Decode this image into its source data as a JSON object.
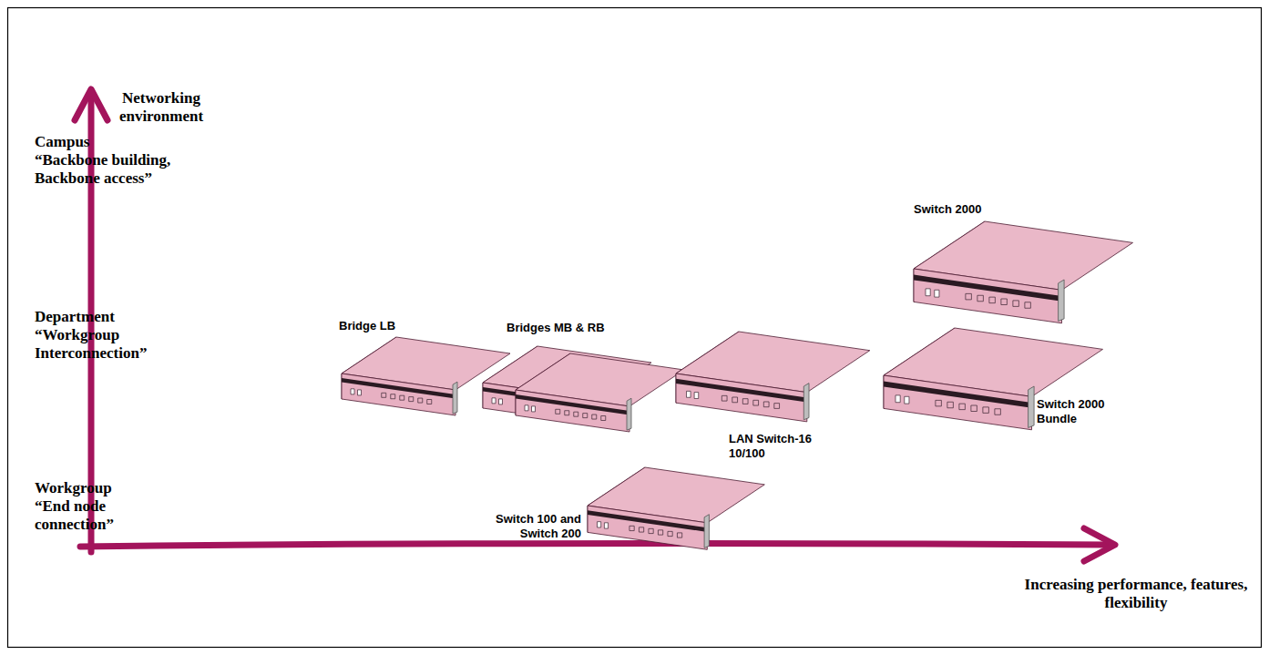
{
  "diagram": {
    "labels": [
      "Networking environment",
      "Campus",
      "“Backbone building, Backbone access”",
      "Department",
      "“Workgroup Interconnection”",
      "Workgroup",
      "“End node connection”",
      "Switch 2000",
      "Bridge LB",
      "Bridges MB & RB",
      "LAN Switch-16 10/100",
      "Switch 2000 Bundle",
      "Switch 100 and Switch 200",
      "Increasing performance, features, flexibility"
    ]
  }
}
